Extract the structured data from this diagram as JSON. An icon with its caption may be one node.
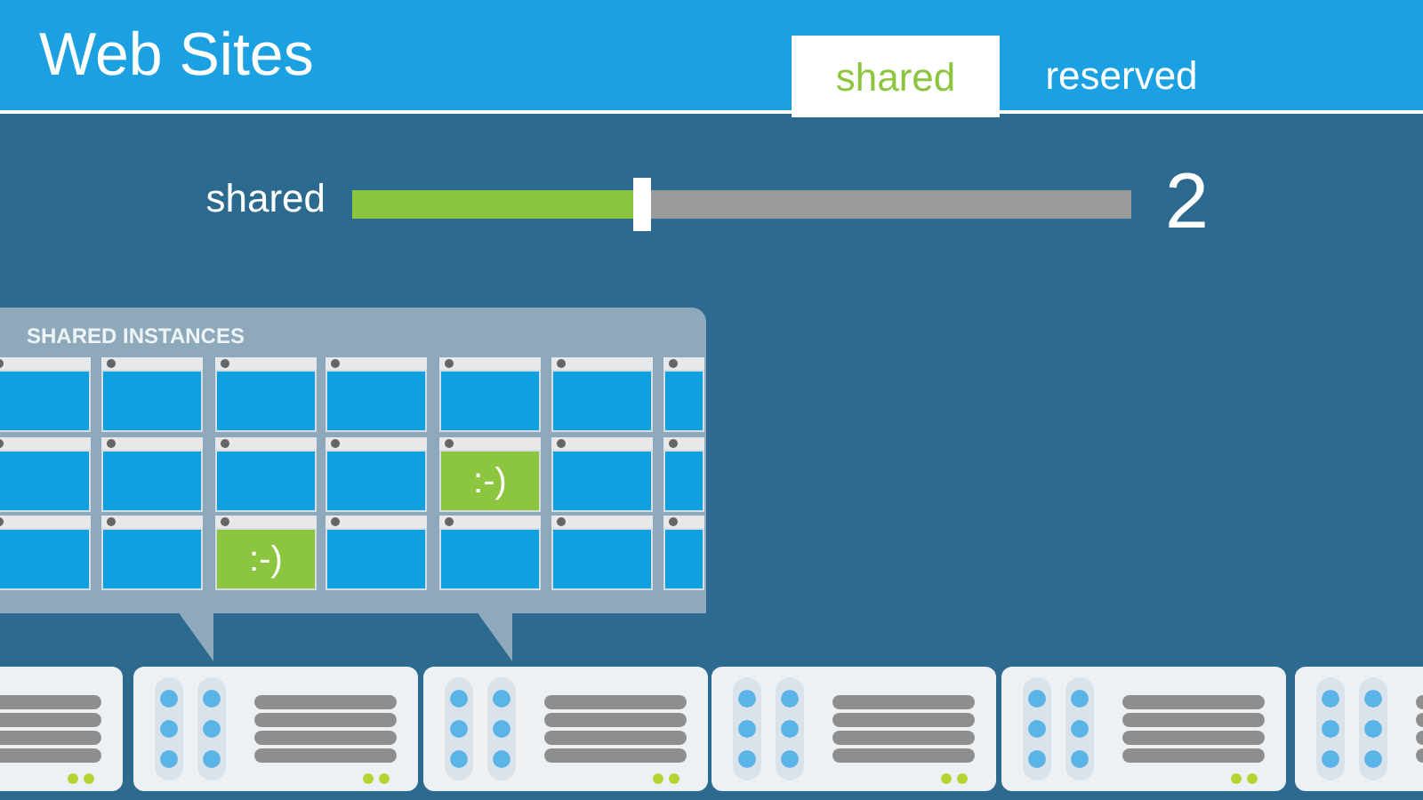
{
  "diagram": {
    "title": "Web Sites",
    "nodes": [
      {
        "text": [
          "SHARED INSTANCES"
        ]
      },
      {
        "text": [],
        "shape": "box",
        "in": 0
      },
      {
        "text": [],
        "shape": "box",
        "in": 0
      },
      {
        "text": [],
        "shape": "box",
        "in": 0
      },
      {
        "text": [],
        "shape": "box",
        "in": 0
      },
      {
        "text": [],
        "shape": "box",
        "in": 0
      },
      {
        "text": [],
        "shape": "box",
        "in": 0
      },
      {
        "text": [],
        "shape": "box",
        "in": 0
      },
      {
        "text": [],
        "shape": "box",
        "in": 0
      },
      {
        "text": [],
        "shape": "box",
        "in": 0
      },
      {
        "text": [],
        "shape": "box",
        "in": 0
      },
      {
        "text": [],
        "shape": "box",
        "in": 0
      },
      {
        "text": [
          ":-)"
        ],
        "in": 0
      },
      {
        "text": [],
        "shape": "box",
        "in": 0
      },
      {
        "text": [],
        "shape": "box",
        "in": 0
      },
      {
        "text": [],
        "shape": "box",
        "in": 0
      },
      {
        "text": [],
        "shape": "box",
        "in": 0
      },
      {
        "text": [
          ":-)"
        ],
        "in": 0
      },
      {
        "text": [],
        "shape": "box",
        "in": 0
      },
      {
        "text": [],
        "shape": "box",
        "in": 0
      },
      {
        "text": [],
        "shape": "box",
        "in": 0
      },
      {
        "text": [],
        "shape": "box",
        "in": 0
      },
      {
        "text": [],
        "shape": "box"
      },
      {
        "text": [],
        "shape": "box"
      },
      {
        "text": [],
        "shape": "box"
      },
      {
        "text": [],
        "shape": "box"
      },
      {
        "text": [],
        "shape": "box"
      },
      {
        "text": [],
        "shape": "box"
      }
    ],
    "edges": [
      {
        "from": 0,
        "to": 23,
        "arrow": "to"
      },
      {
        "from": 0,
        "to": 24,
        "arrow": "to"
      }
    ],
    "labels": [
      "shared",
      "reserved",
      "shared",
      "2"
    ]
  }
}
